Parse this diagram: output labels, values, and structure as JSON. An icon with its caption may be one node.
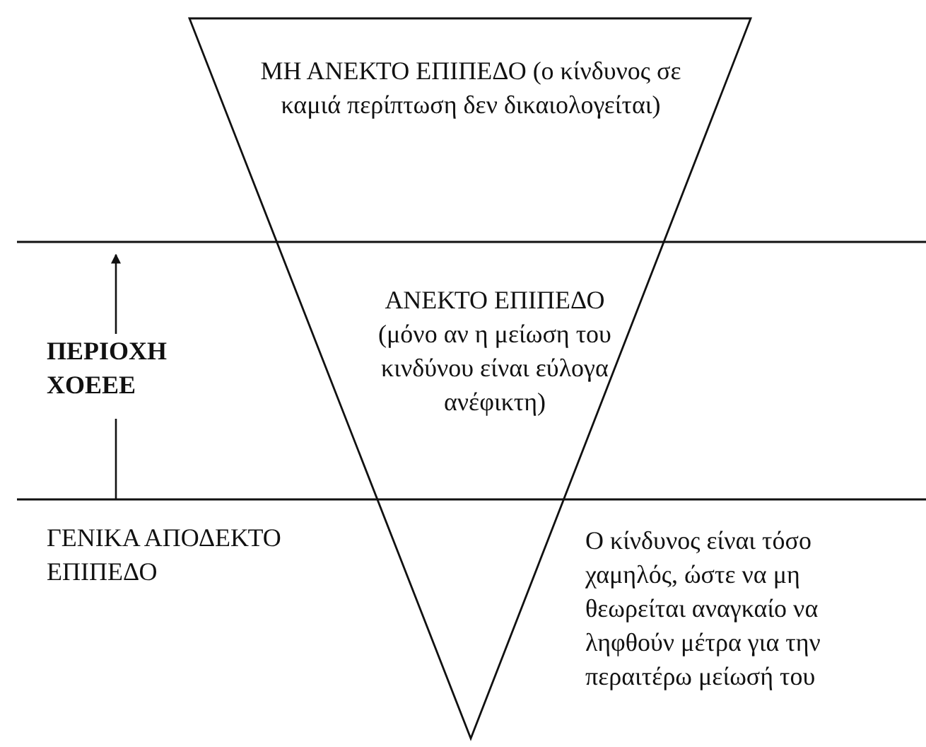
{
  "diagram": {
    "labels": [
      "ΜΗ ΑΝΕΚΤΟ ΕΠΙΠΕΔΟ (ο κίνδυνος σε καμιά περίπτωση δεν δικαιολογείται)",
      "ΑΝΕΚΤΟ ΕΠΙΠΕΔΟ (μόνο αν η μείωση του κινδύνου είναι εύλογα ανέφικτη)",
      "ΠΕΡΙΟΧΗ ΧΟΕΕΕ",
      "ΓΕΝΙΚΑ ΑΠΟΔΕΚΤΟ ΕΠΙΠΕΔΟ",
      "Ο κίνδυνος είναι τόσο χαμηλός, ώστε να μη θεωρείται αναγκαίο να ληφθούν μέτρα για την περαιτέρω μείωσή του"
    ]
  }
}
